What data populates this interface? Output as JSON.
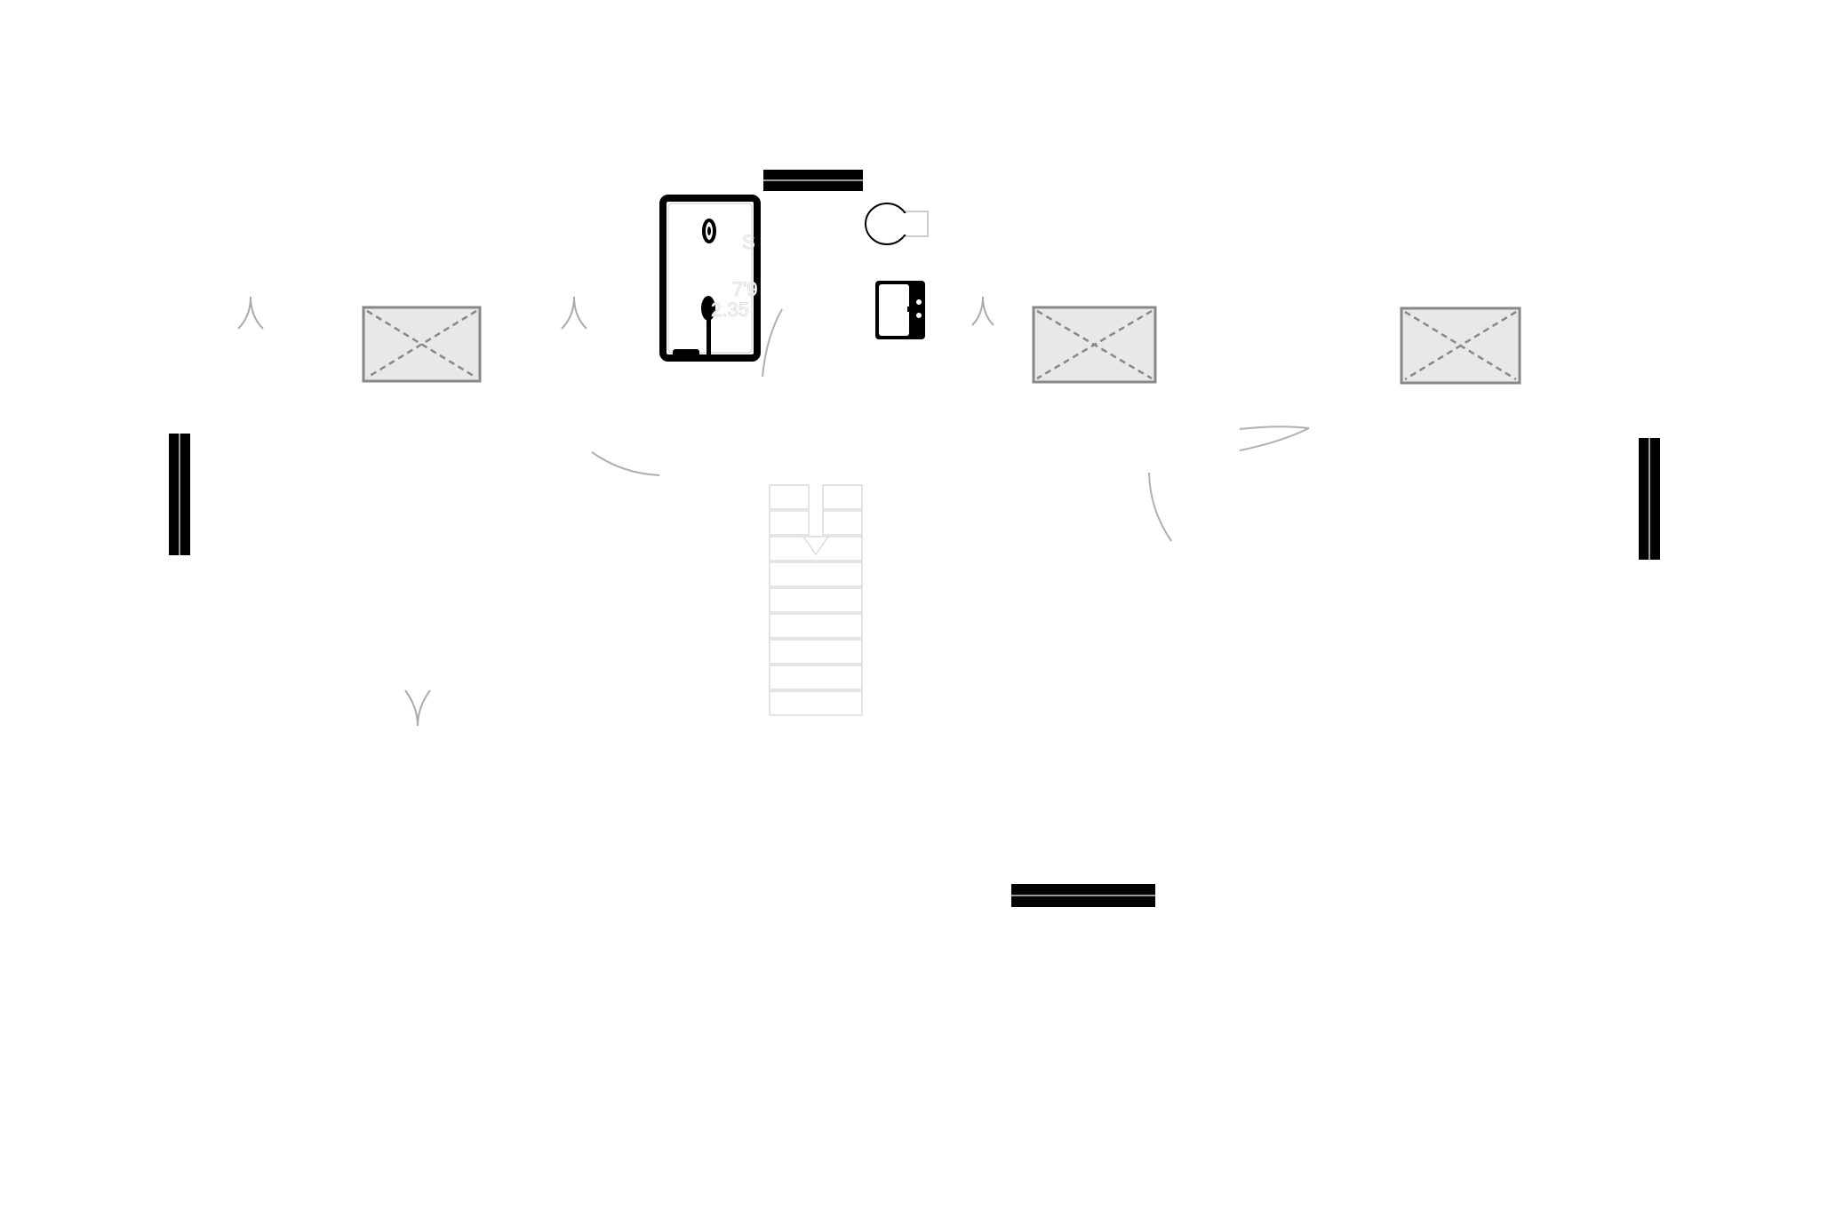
{
  "plan": {
    "title": "",
    "colors": {
      "background": "#ffffff",
      "wall_window": "#000000",
      "fixture_stroke": "#888888",
      "fixture_fill": "#e8e8e8",
      "door_arc": "#b0b0b0",
      "stair_stroke": "#dddddd"
    },
    "labels": {
      "room_letter": "S",
      "dimension_imperial": "7'9",
      "dimension_metric": "2.35"
    },
    "windows": [
      {
        "id": "window-top-bath",
        "orientation": "horizontal"
      },
      {
        "id": "window-left",
        "orientation": "vertical"
      },
      {
        "id": "window-right",
        "orientation": "vertical"
      },
      {
        "id": "window-bottom",
        "orientation": "horizontal"
      }
    ],
    "furniture_boxes": [
      {
        "id": "box-left"
      },
      {
        "id": "box-center-right"
      },
      {
        "id": "box-right"
      }
    ],
    "stairs": {
      "tread_count": 9,
      "direction": "down"
    },
    "fixtures": [
      "shower",
      "toilet",
      "sink"
    ]
  }
}
